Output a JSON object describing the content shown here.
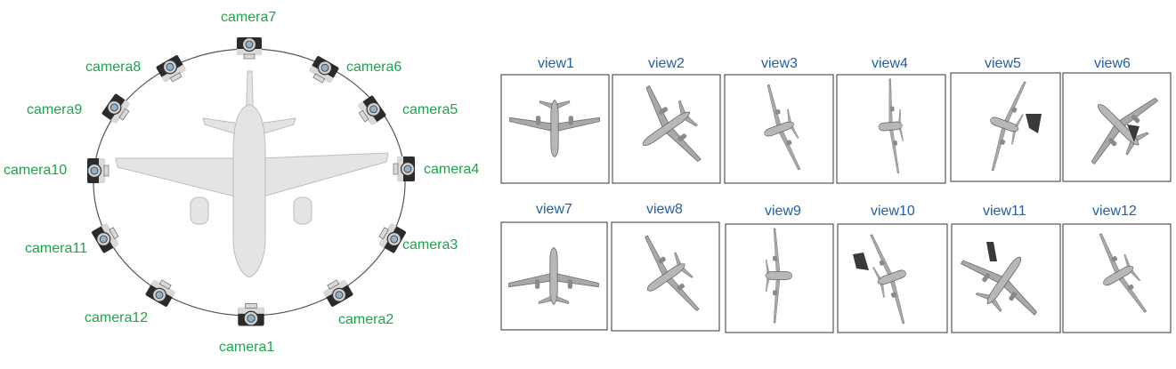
{
  "colors": {
    "camera_label": "#1aa64a",
    "view_label": "#2060a8",
    "ring": "#555555"
  },
  "cameras": [
    {
      "label": "camera1",
      "icon": "camera-icon"
    },
    {
      "label": "camera2",
      "icon": "camera-icon"
    },
    {
      "label": "camera3",
      "icon": "camera-icon"
    },
    {
      "label": "camera4",
      "icon": "camera-icon"
    },
    {
      "label": "camera5",
      "icon": "camera-icon"
    },
    {
      "label": "camera6",
      "icon": "camera-icon"
    },
    {
      "label": "camera7",
      "icon": "camera-icon"
    },
    {
      "label": "camera8",
      "icon": "camera-icon"
    },
    {
      "label": "camera9",
      "icon": "camera-icon"
    },
    {
      "label": "camera10",
      "icon": "camera-icon"
    },
    {
      "label": "camera11",
      "icon": "camera-icon"
    },
    {
      "label": "camera12",
      "icon": "camera-icon"
    }
  ],
  "center_object_icon": "airplane-icon",
  "views": [
    {
      "label": "view1"
    },
    {
      "label": "view2"
    },
    {
      "label": "view3"
    },
    {
      "label": "view4"
    },
    {
      "label": "view5"
    },
    {
      "label": "view6"
    },
    {
      "label": "view7"
    },
    {
      "label": "view8"
    },
    {
      "label": "view9"
    },
    {
      "label": "view10"
    },
    {
      "label": "view11"
    },
    {
      "label": "view12"
    }
  ]
}
